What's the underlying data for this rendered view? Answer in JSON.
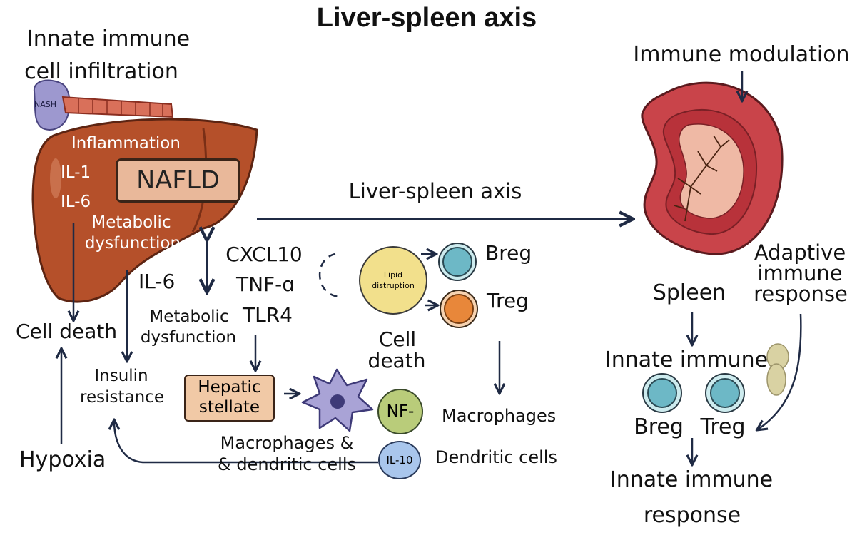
{
  "title": "Liver-spleen axis",
  "liver": {
    "header_top": "Innate immune",
    "header_bottom": "cell infiltration",
    "nash_label": "NASH",
    "inflammation": "Inflammation",
    "il1": "IL-1",
    "il6": "IL-6",
    "nafld": "NAFLD",
    "metabolic_top": "Metabolic",
    "metabolic_bottom": "dysfunction"
  },
  "axis_label": "Liver-spleen axis",
  "center": {
    "cxcl10": "CXCL10",
    "tnf": "TNF-ɑ",
    "tlr4": "TLR4",
    "il6": "IL-6",
    "metabolic_top": "Metabolic",
    "metabolic_bottom": "dysfunction",
    "lipid_top": "Lipid",
    "lipid_bottom": "distruption",
    "breg": "Breg",
    "treg": "Treg",
    "cell_death_top": "Cell",
    "cell_death_bottom": "death",
    "hepatic_top": "Hepatic",
    "hepatic_bottom": "stellate",
    "nf": "NF-",
    "il10": "IL-10",
    "macrophages": "Macrophages",
    "dendritic": "Dendritic cells",
    "mac_dc_top": "Macrophages &",
    "mac_dc_bottom": "& dendritic cells"
  },
  "left": {
    "cell_death": "Cell death",
    "insulin_top": "Insulin",
    "insulin_bottom": "resistance",
    "hypoxia": "Hypoxia"
  },
  "spleen": {
    "immune_modulation": "Immune modulation",
    "spleen_label": "Spleen",
    "adaptive_1": "Adaptive",
    "adaptive_2": "immune",
    "adaptive_3": "response",
    "innate_immune": "Innate immune",
    "breg": "Breg",
    "treg": "Treg",
    "innate_response_top": "Innate immune",
    "innate_response_bottom": "response"
  },
  "colors": {
    "liver": "#B5502A",
    "spleen": "#C9444A",
    "arrow": "#1f2a44",
    "breg_cell": "#7EC6D0",
    "treg_cell": "#E8873A",
    "lipid": "#F2E08C",
    "hepatic_box": "#F1C9A6",
    "macrophage": "#A9A3D6",
    "nf": "#B9CC7A",
    "il10": "#A9C6EC"
  }
}
